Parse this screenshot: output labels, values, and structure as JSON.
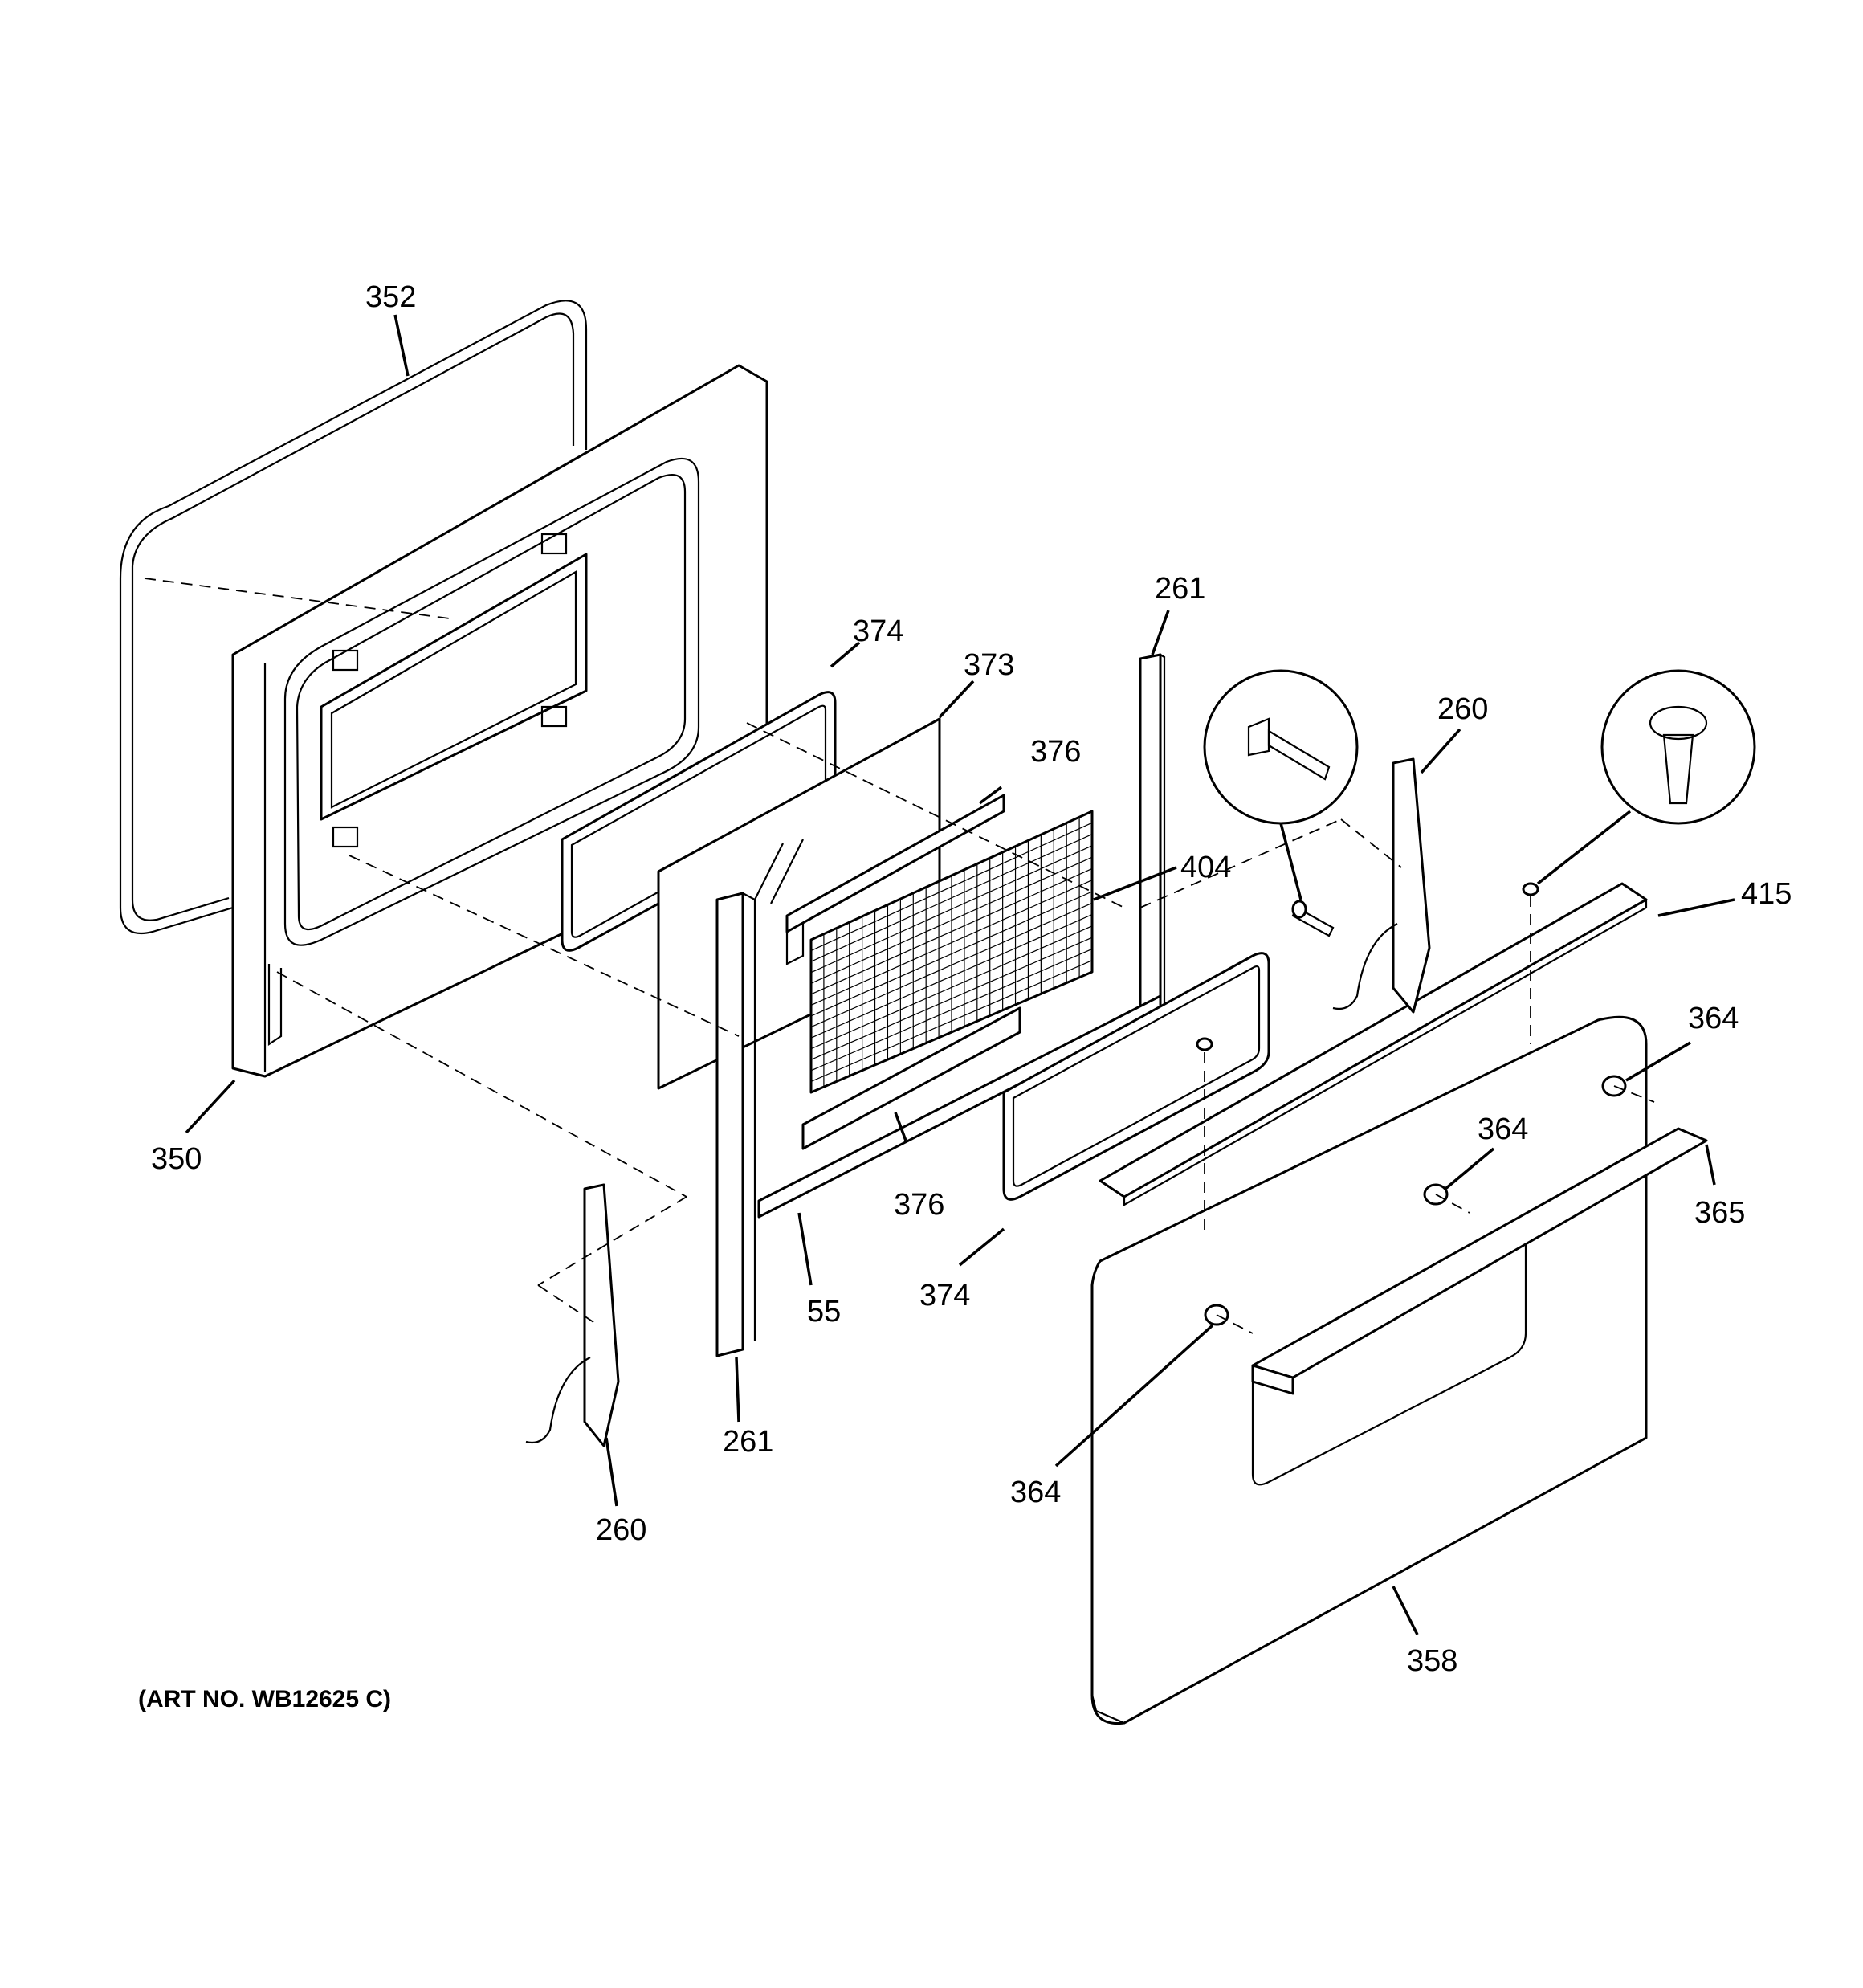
{
  "callouts": {
    "c352": "352",
    "c350": "350",
    "c374_top": "374",
    "c373": "373",
    "c376_top": "376",
    "c404": "404",
    "c261_top": "261",
    "c260_right": "260",
    "c415": "415",
    "c364_right": "364",
    "c364_mid": "364",
    "c365": "365",
    "c376_bottom": "376",
    "c55": "55",
    "c374_bottom": "374",
    "c261_bottom": "261",
    "c260_left": "260",
    "c364_left": "364",
    "c358": "358"
  },
  "art_number": "(ART NO. WB12625 C)"
}
